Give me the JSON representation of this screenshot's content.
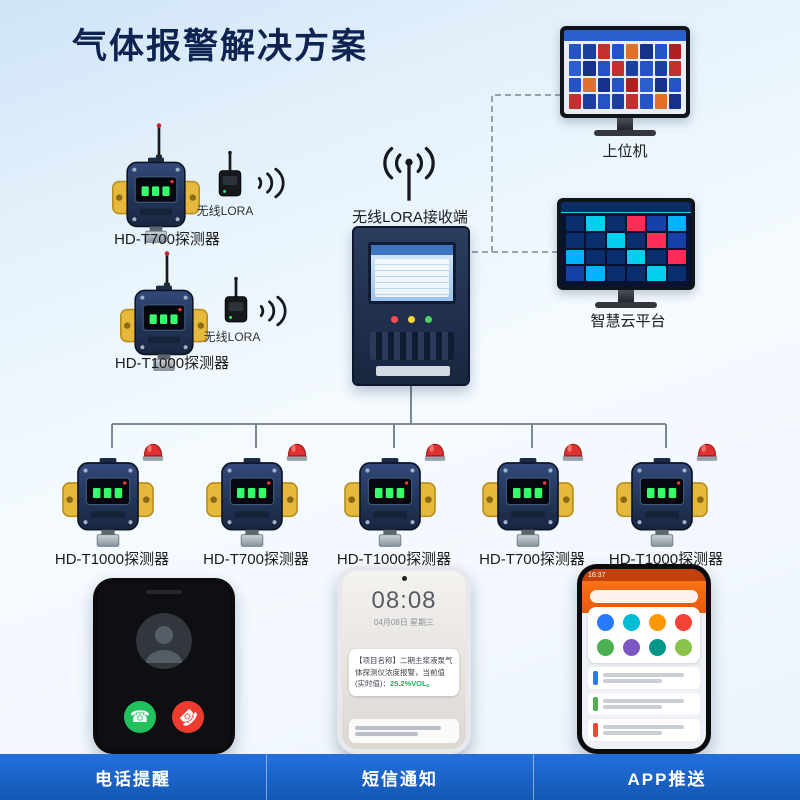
{
  "title": "气体报警解决方案",
  "wireless": {
    "detector1_label": "HD-T700探测器",
    "detector1_lora": "无线LORA",
    "detector2_label": "HD-T1000探测器",
    "detector2_lora": "无线LORA"
  },
  "receiver_label": "无线LORA接收端",
  "monitors": {
    "host_label": "上位机",
    "cloud_label": "智慧云平台"
  },
  "row_detectors": [
    {
      "label": "HD-T1000探测器"
    },
    {
      "label": "HD-T700探测器"
    },
    {
      "label": "HD-T1000探测器"
    },
    {
      "label": "HD-T700探测器"
    },
    {
      "label": "HD-T1000探测器"
    }
  ],
  "phone_sms": {
    "time": "08:08",
    "date": "04月08日 星期三",
    "message_prefix": "【项目名称】二期主浆液泵气体探测仪浓度报警，当前值(实时值)：",
    "message_value": "25.2%VOL。"
  },
  "phone_app": {
    "status_time": "16:37"
  },
  "footer": {
    "items": [
      {
        "label": "电话提醒"
      },
      {
        "label": "短信通知"
      },
      {
        "label": "APP推送"
      }
    ]
  },
  "palettes": {
    "host_tiles": [
      "#2353c4",
      "#1a3fa0",
      "#c43030",
      "#2353c4",
      "#e2702a",
      "#16318c",
      "#2353c4",
      "#b02020",
      "#2a5fd0",
      "#16318c",
      "#2353c4",
      "#c43030",
      "#1a3fa0"
    ],
    "cloud_tiles": [
      "#0a2f6e",
      "#00cfee",
      "#0a2f6e",
      "#ff2d55",
      "#1440a8",
      "#00b3ff",
      "#0a2f6e"
    ],
    "app_icons": [
      "#2979ff",
      "#00bcd4",
      "#ff9800",
      "#f44336",
      "#4caf50",
      "#7e57c2",
      "#009688",
      "#8bc34a"
    ]
  },
  "colors": {
    "footer_bar": "#1b61c9",
    "title": "#0e2350",
    "alarm_red": "#e03131",
    "bracket_yellow": "#e6b83c",
    "answer_green": "#21c25e",
    "decline_red": "#ee3b2f"
  }
}
